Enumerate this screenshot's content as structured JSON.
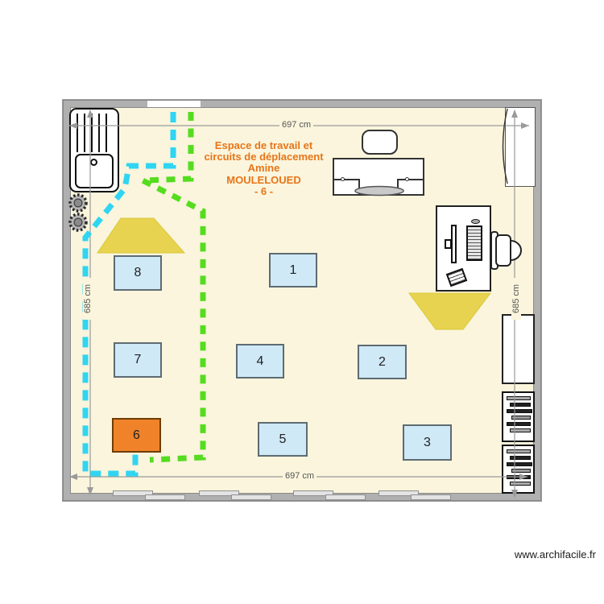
{
  "plan": {
    "title_lines": [
      "Espace de travail et",
      "circuits de déplacement",
      "Amine",
      "MOULELOUED",
      "- 6 -"
    ],
    "dimensions": {
      "top": "697 cm",
      "bottom": "697 cm",
      "left": "685 cm",
      "right": "685 cm"
    },
    "desks": [
      "1",
      "2",
      "3",
      "4",
      "5",
      "6",
      "7",
      "8"
    ],
    "highlighted_desk": "6",
    "colors": {
      "floor": "#faf5dc",
      "wall": "#b0b0b0",
      "desk_fill": "#cfe9f7",
      "highlight_desk_fill": "#f0832a",
      "title_text": "#e8751a",
      "circuit_primary": "#30d5f2",
      "circuit_secondary": "#56dc1f",
      "light_cone": "#e7d34f"
    }
  },
  "footer": {
    "watermark": "www.archifacile.fr"
  }
}
